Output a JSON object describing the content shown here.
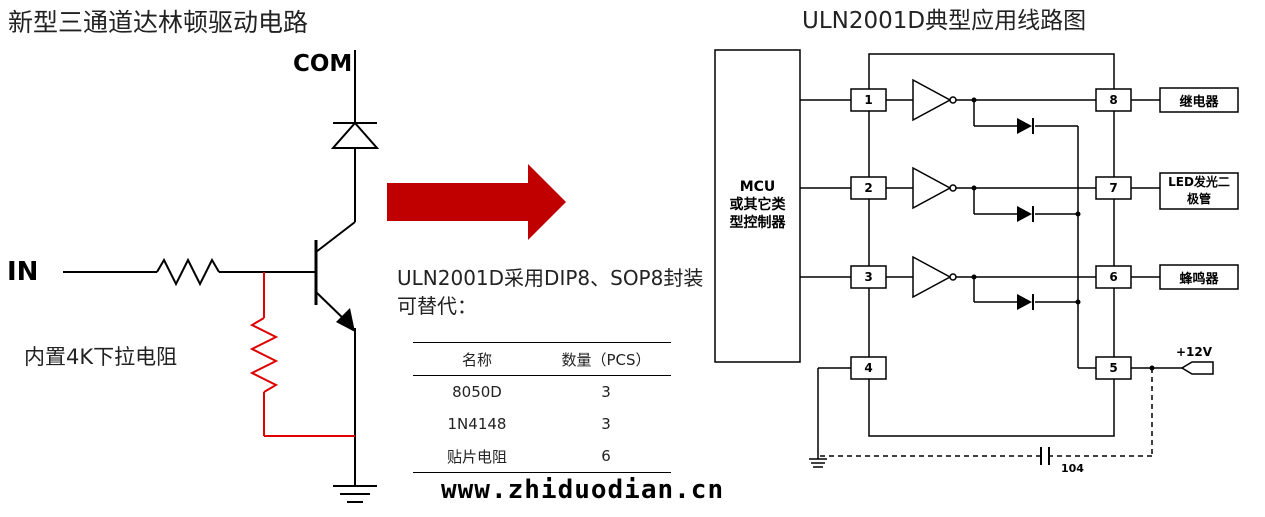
{
  "left_title": "新型三通道达林顿驱动电路",
  "right_title": "ULN2001D典型应用线路图",
  "com_label": "COM",
  "in_label": "IN",
  "pulldown_label": "内置4K下拉电阻",
  "note_line1": "ULN2001D采用DIP8、SOP8封装",
  "note_line2": "可替代：",
  "parts_table": {
    "headers": [
      "名称",
      "数量（PCS）"
    ],
    "rows": [
      [
        "8050D",
        "3"
      ],
      [
        "1N4148",
        "3"
      ],
      [
        "贴片电阻",
        "6"
      ]
    ]
  },
  "mcu_box": {
    "line1": "MCU",
    "line2": "或其它类",
    "line3": "型控制器"
  },
  "pins": [
    "1",
    "2",
    "3",
    "4",
    "5",
    "6",
    "7",
    "8"
  ],
  "loads": {
    "pin8": "继电器",
    "pin7_line1": "LED发光二",
    "pin7_line2": "极管",
    "pin6": "蜂鸣器"
  },
  "supply_label": "+12V",
  "capacitor_label": "104",
  "watermark": "www.zhiduodian.cn",
  "colors": {
    "arrow": "#c00000",
    "pulldown_wire": "#e00000",
    "line": "#000000"
  }
}
